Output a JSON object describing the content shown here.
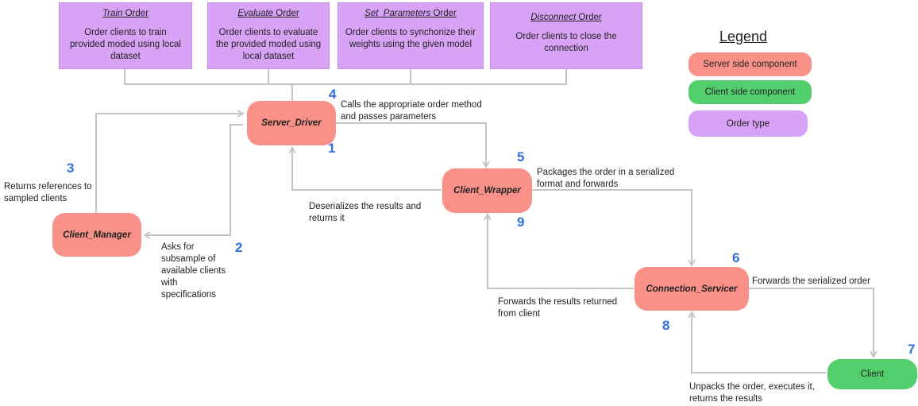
{
  "orders": [
    {
      "title_em": "Train",
      "title_rest": " Order",
      "desc": "Order clients to train provided moded using local dataset"
    },
    {
      "title_em": "Evaluate",
      "title_rest": " Order",
      "desc": "Order clients to evaluate the provided moded using local dataset"
    },
    {
      "title_em": "Set_Parameters",
      "title_rest": " Order",
      "desc": "Order clients to synchonize their weights using the given model"
    },
    {
      "title_em": "Disconnect",
      "title_rest": " Order",
      "desc": "Order clients to close the connection"
    }
  ],
  "nodes": {
    "server_driver": "Server_Driver",
    "client_manager": "Client_Manager",
    "client_wrapper": "Client_Wrapper",
    "connection_servicer": "Connection_Servicer",
    "client": "Client"
  },
  "steps": [
    "1",
    "2",
    "3",
    "4",
    "5",
    "6",
    "7",
    "8",
    "9"
  ],
  "notes": {
    "calls_order": "Calls the appropriate order method and passes parameters",
    "returns_refs": "Returns references to sampled clients",
    "asks_subsample": "Asks for subsample of available clients with specifications",
    "deserializes": "Deserializes the results and returns it",
    "packages": "Packages the order in a serialized format and forwards",
    "forwards_results": "Forwards the results returned from client",
    "forwards_serialized": "Forwards the serialized order",
    "unpacks": "Unpacks the order, executes it, returns the results"
  },
  "legend": {
    "title": "Legend",
    "items": [
      "Server side component",
      "Client side component",
      "Order type"
    ]
  },
  "colors": {
    "server": "#fa9188",
    "client": "#52cf6c",
    "order": "#d8a3f6",
    "step_number": "#2f6fe0",
    "connector": "#c4c4c4"
  }
}
